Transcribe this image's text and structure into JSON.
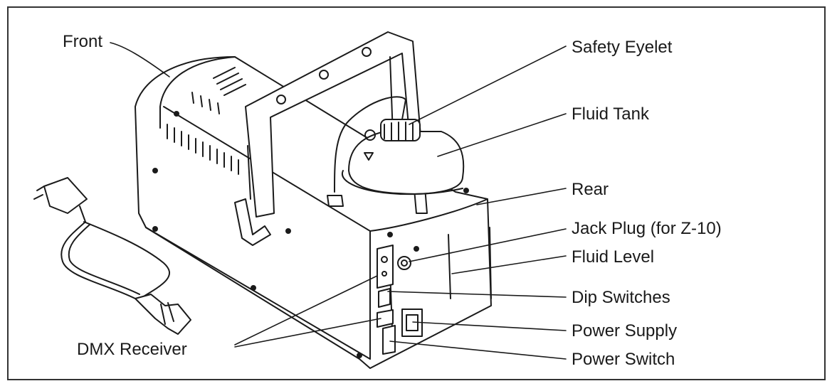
{
  "labels": {
    "front": "Front",
    "safety_eyelet": "Safety Eyelet",
    "fluid_tank": "Fluid Tank",
    "rear": "Rear",
    "jack_plug": "Jack Plug (for Z-10)",
    "fluid_level": "Fluid Level",
    "dip_switches": "Dip Switches",
    "power_supply": "Power Supply",
    "power_switch": "Power Switch",
    "dmx_receiver": "DMX Receiver"
  },
  "colors": {
    "line": "#1a1a1a",
    "frame": "#333333",
    "background": "#ffffff"
  }
}
